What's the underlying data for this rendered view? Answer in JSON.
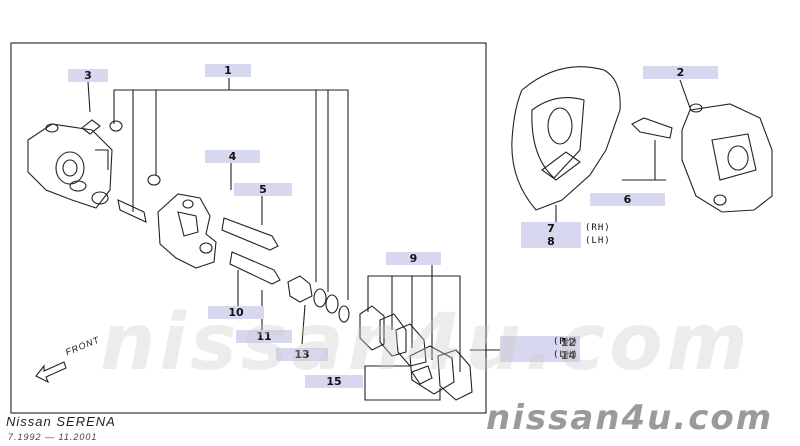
{
  "diagram": {
    "callouts": {
      "c1": "1",
      "c2": "2",
      "c3": "3",
      "c4": "4",
      "c5": "5",
      "c6": "6",
      "c7": "7",
      "c8": "8",
      "c9": "9",
      "c10": "10",
      "c11": "11",
      "c12": "12",
      "c13": "13",
      "c14": "14",
      "c15": "15"
    },
    "side_labels": {
      "rh_top": "(RH)",
      "lh_top": "(LH)",
      "rh_bottom": "(RH)",
      "lh_bottom": "(LH)"
    },
    "direction_label": "FRONT",
    "footer": {
      "model": "Nissan SERENA",
      "years": "7.1992 — 11.2001"
    },
    "watermarks": {
      "large": "nissan4u.com",
      "small": "nissan4u.com"
    }
  }
}
